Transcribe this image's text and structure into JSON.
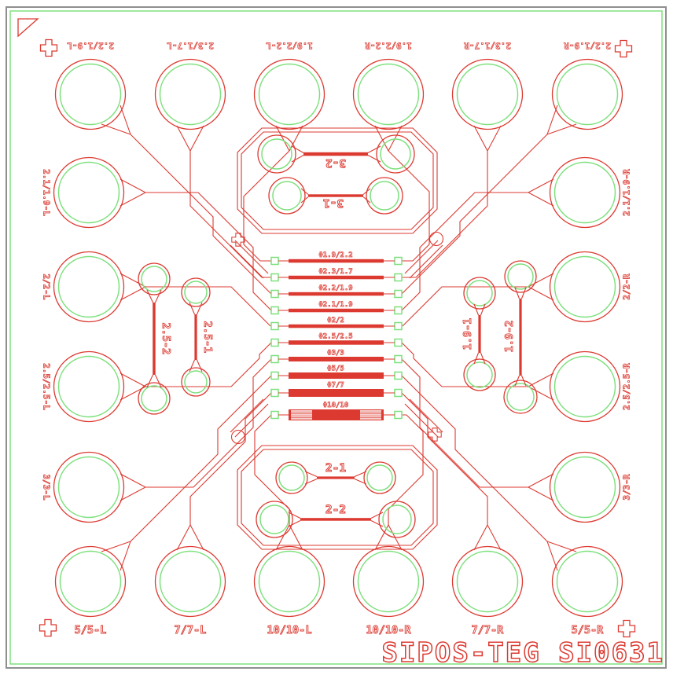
{
  "title": "SIPOS-TEG SI0631",
  "colors": {
    "red": "#dc3a31",
    "green": "#7ee07e",
    "frame_gray": "#8f8f8f",
    "background": "#ffffff"
  },
  "pads": {
    "top": [
      "2.2/1.9-L",
      "2.3/1.7-L",
      "1.9/2.2-L",
      "1.9/2.2-R",
      "2.3/1.7-R",
      "2.2/1.9-R"
    ],
    "left": [
      "2.1/1.9-L",
      "2/2-L",
      "2.5/2.5-L",
      "3/3-L"
    ],
    "right": [
      "2.1/1.9-R",
      "2/2-R",
      "2.5/2.5-R",
      "3/3-R"
    ],
    "bottom": [
      "5/5-L",
      "7/7-L",
      "10/10-L",
      "10/10-R",
      "7/7-R",
      "5/5-R"
    ]
  },
  "bars": [
    "Φ1.9/2.2",
    "Φ2.3/1.7",
    "Φ2.2/1.9",
    "Φ2.1/1.9",
    "Φ2/2",
    "Φ2.5/2.5",
    "Φ3/3",
    "Φ5/5",
    "Φ7/7",
    "Φ10/10"
  ],
  "dumbbells": {
    "top": [
      "3-2",
      "3-1"
    ],
    "bottom": [
      "2-1",
      "2-2"
    ],
    "left": [
      "2.5-2",
      "2.5-1"
    ],
    "right": [
      "1.9-1",
      "1.9-2"
    ]
  },
  "markers": {
    "corner_cross": "alignment cross",
    "center_cross": "alignment cross",
    "center_circle": "alignment circle",
    "corner_triangle": "orientation triangle"
  }
}
